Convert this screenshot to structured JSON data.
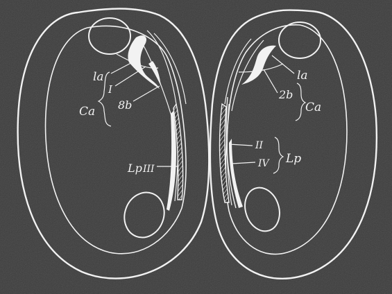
{
  "labels": {
    "left": {
      "la": "la",
      "one": "I",
      "eight_b": "8b",
      "ca": "Ca",
      "lp": "Lp",
      "three": "III"
    },
    "right": {
      "la": "la",
      "two_b": "2b",
      "ca": "Ca",
      "two": "II",
      "four": "IV",
      "lp": "Lp"
    }
  },
  "colors": {
    "background": "#3c3c3c",
    "line": "#f2f2f2"
  }
}
